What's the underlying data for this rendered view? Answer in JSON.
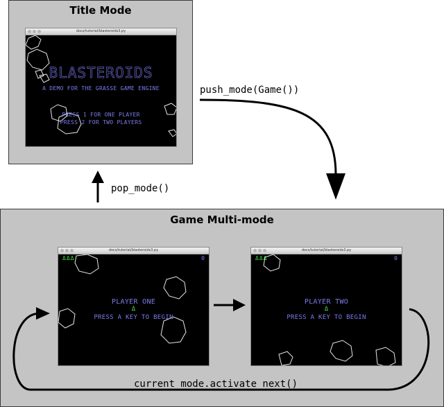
{
  "title_mode": {
    "heading": "Title Mode",
    "window_title": "docs/tutorial/blasteroids3.py",
    "game_logo": "BLASTEROIDS",
    "tagline": "A DEMO FOR THE GRASSE GAME ENGINE",
    "line_one_player": "PRESS 1 FOR ONE PLAYER",
    "line_two_players": "PRESS 2 FOR TWO PLAYERS"
  },
  "game_multi_mode": {
    "heading": "Game Multi-mode",
    "player_one_window": {
      "window_title": "docs/tutorial/blasteroids3.py",
      "lives": "ΔΔΔ",
      "score": "0",
      "player_label": "PLAYER ONE",
      "ship": "Δ",
      "prompt": "PRESS A KEY TO BEGIN"
    },
    "player_two_window": {
      "window_title": "docs/tutorial/blasteroids3.py",
      "lives": "ΔΔΔ",
      "score": "0",
      "player_label": "PLAYER TWO",
      "ship": "Δ",
      "prompt": "PRESS A KEY TO BEGIN"
    }
  },
  "transitions": {
    "push_mode": "push_mode(Game())",
    "pop_mode": "pop_mode()",
    "activate_next": "current_mode.activate_next()"
  },
  "colors": {
    "panel_background": "#c4c4c4",
    "game_text": "#7c7cee",
    "ship_green": "#3fe23f"
  }
}
